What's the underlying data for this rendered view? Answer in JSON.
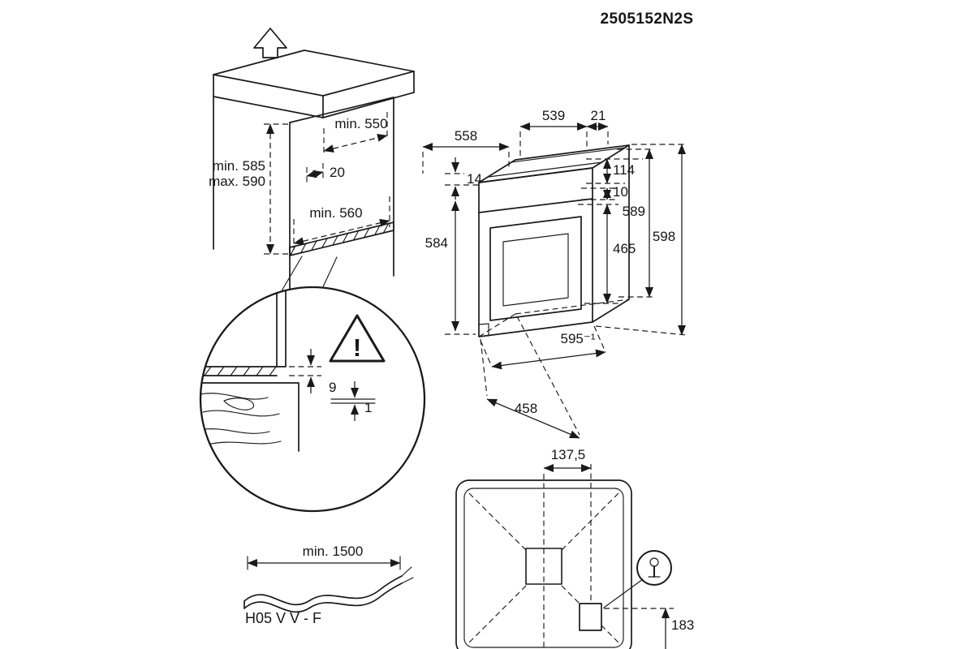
{
  "doc": {
    "part_number": "2505152N2S"
  },
  "cabinet": {
    "niche_depth": "min. 550",
    "niche_height_min": "min. 585",
    "niche_height_max": "max. 590",
    "front_setback": "20",
    "floor_depth": "min. 560"
  },
  "oven": {
    "top_width": "558",
    "top_depth": "539",
    "rear_gap": "21",
    "top_recess": "14",
    "rear_height_upper": "114",
    "rear_offset": "10",
    "rear_height": "589",
    "total_height": "598",
    "front_height": "584",
    "door_height": "465",
    "front_width": "595⁻¹",
    "base_depth": "458"
  },
  "detail": {
    "overlap": "9",
    "gap": "1",
    "warning_mark": "!"
  },
  "cable": {
    "min_length": "min. 1500",
    "cable_type": "H05 V V - F"
  },
  "top_view": {
    "connection_offset_x": "137,5",
    "connection_offset_y": "183"
  }
}
